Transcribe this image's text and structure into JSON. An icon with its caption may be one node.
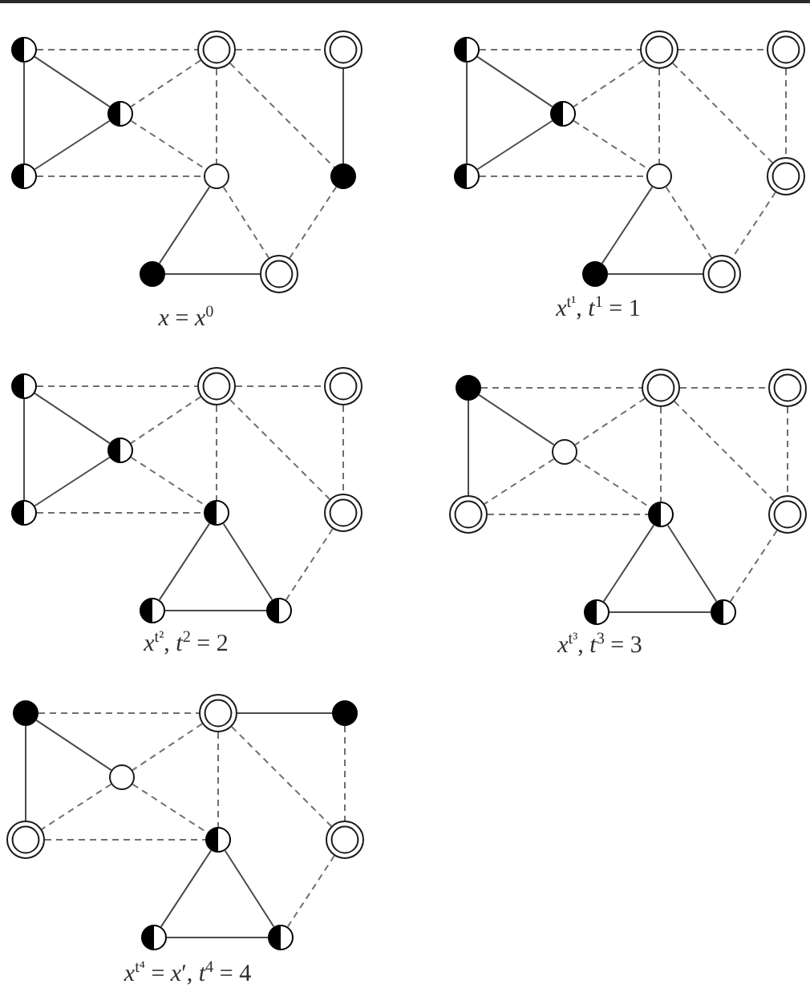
{
  "diagram": {
    "nodes": [
      {
        "text": [],
        "shape": "half-filled"
      },
      {
        "text": [],
        "shape": "ring"
      },
      {
        "text": [],
        "shape": "ring"
      },
      {
        "text": [],
        "shape": "half-filled"
      },
      {
        "text": [],
        "shape": "half-filled"
      },
      {
        "text": [],
        "shape": "circle"
      },
      {
        "text": [],
        "shape": "dot"
      },
      {
        "text": [],
        "shape": "dot"
      },
      {
        "text": [],
        "shape": "ring"
      },
      {
        "text": [],
        "shape": "half-filled"
      },
      {
        "text": [],
        "shape": "ring"
      },
      {
        "text": [],
        "shape": "ring"
      },
      {
        "text": [],
        "shape": "half-filled"
      },
      {
        "text": [],
        "shape": "half-filled"
      },
      {
        "text": [],
        "shape": "circle"
      },
      {
        "text": [],
        "shape": "ring"
      },
      {
        "text": [],
        "shape": "dot"
      },
      {
        "text": [],
        "shape": "ring"
      },
      {
        "text": [],
        "shape": "half-filled"
      },
      {
        "text": [],
        "shape": "ring"
      },
      {
        "text": [],
        "shape": "ring"
      },
      {
        "text": [],
        "shape": "half-filled"
      },
      {
        "text": [],
        "shape": "half-filled"
      },
      {
        "text": [],
        "shape": "half-filled"
      },
      {
        "text": [],
        "shape": "ring"
      },
      {
        "text": [],
        "shape": "half-filled"
      },
      {
        "text": [],
        "shape": "half-filled"
      },
      {
        "text": [],
        "shape": "dot"
      },
      {
        "text": [],
        "shape": "ring"
      },
      {
        "text": [],
        "shape": "ring"
      },
      {
        "text": [],
        "shape": "circle"
      },
      {
        "text": [],
        "shape": "ring"
      },
      {
        "text": [],
        "shape": "half-filled"
      },
      {
        "text": [],
        "shape": "ring"
      },
      {
        "text": [],
        "shape": "half-filled"
      },
      {
        "text": [],
        "shape": "half-filled"
      },
      {
        "text": [],
        "shape": "dot"
      },
      {
        "text": [],
        "shape": "ring"
      },
      {
        "text": [],
        "shape": "dot"
      },
      {
        "text": [],
        "shape": "circle"
      },
      {
        "text": [],
        "shape": "ring"
      },
      {
        "text": [],
        "shape": "half-filled"
      },
      {
        "text": [],
        "shape": "ring"
      },
      {
        "text": [],
        "shape": "half-filled"
      },
      {
        "text": [],
        "shape": "half-filled"
      }
    ],
    "edges": [
      {
        "from": 0,
        "to": 1,
        "arrow": "none",
        "style": "dashed"
      },
      {
        "from": 1,
        "to": 2,
        "arrow": "none",
        "style": "dashed"
      },
      {
        "from": 0,
        "to": 3,
        "arrow": "none"
      },
      {
        "from": 0,
        "to": 4,
        "arrow": "none"
      },
      {
        "from": 3,
        "to": 4,
        "arrow": "none"
      },
      {
        "from": 1,
        "to": 3,
        "arrow": "none",
        "style": "dashed"
      },
      {
        "from": 3,
        "to": 5,
        "arrow": "none",
        "style": "dashed"
      },
      {
        "from": 4,
        "to": 5,
        "arrow": "none",
        "style": "dashed"
      },
      {
        "from": 1,
        "to": 5,
        "arrow": "none",
        "style": "dashed"
      },
      {
        "from": 1,
        "to": 6,
        "arrow": "none",
        "style": "dashed"
      },
      {
        "from": 2,
        "to": 6,
        "arrow": "none"
      },
      {
        "from": 5,
        "to": 7,
        "arrow": "none"
      },
      {
        "from": 5,
        "to": 8,
        "arrow": "none",
        "style": "dashed"
      },
      {
        "from": 6,
        "to": 8,
        "arrow": "none",
        "style": "dashed"
      },
      {
        "from": 7,
        "to": 8,
        "arrow": "none"
      },
      {
        "from": 9,
        "to": 10,
        "arrow": "none",
        "style": "dashed"
      },
      {
        "from": 10,
        "to": 11,
        "arrow": "none",
        "style": "dashed"
      },
      {
        "from": 9,
        "to": 12,
        "arrow": "none"
      },
      {
        "from": 9,
        "to": 13,
        "arrow": "none"
      },
      {
        "from": 12,
        "to": 13,
        "arrow": "none"
      },
      {
        "from": 10,
        "to": 12,
        "arrow": "none",
        "style": "dashed"
      },
      {
        "from": 12,
        "to": 14,
        "arrow": "none",
        "style": "dashed"
      },
      {
        "from": 13,
        "to": 14,
        "arrow": "none",
        "style": "dashed"
      },
      {
        "from": 10,
        "to": 14,
        "arrow": "none",
        "style": "dashed"
      },
      {
        "from": 10,
        "to": 15,
        "arrow": "none",
        "style": "dashed"
      },
      {
        "from": 11,
        "to": 15,
        "arrow": "none",
        "style": "dashed"
      },
      {
        "from": 14,
        "to": 16,
        "arrow": "none"
      },
      {
        "from": 14,
        "to": 17,
        "arrow": "none",
        "style": "dashed"
      },
      {
        "from": 15,
        "to": 17,
        "arrow": "none",
        "style": "dashed"
      },
      {
        "from": 16,
        "to": 17,
        "arrow": "none"
      },
      {
        "from": 18,
        "to": 19,
        "arrow": "none",
        "style": "dashed"
      },
      {
        "from": 19,
        "to": 20,
        "arrow": "none",
        "style": "dashed"
      },
      {
        "from": 18,
        "to": 21,
        "arrow": "none"
      },
      {
        "from": 18,
        "to": 22,
        "arrow": "none"
      },
      {
        "from": 21,
        "to": 22,
        "arrow": "none"
      },
      {
        "from": 19,
        "to": 21,
        "arrow": "none",
        "style": "dashed"
      },
      {
        "from": 21,
        "to": 23,
        "arrow": "none",
        "style": "dashed"
      },
      {
        "from": 22,
        "to": 23,
        "arrow": "none",
        "style": "dashed"
      },
      {
        "from": 19,
        "to": 23,
        "arrow": "none",
        "style": "dashed"
      },
      {
        "from": 19,
        "to": 24,
        "arrow": "none",
        "style": "dashed"
      },
      {
        "from": 20,
        "to": 24,
        "arrow": "none",
        "style": "dashed"
      },
      {
        "from": 23,
        "to": 25,
        "arrow": "none"
      },
      {
        "from": 23,
        "to": 26,
        "arrow": "none"
      },
      {
        "from": 24,
        "to": 26,
        "arrow": "none",
        "style": "dashed"
      },
      {
        "from": 25,
        "to": 26,
        "arrow": "none"
      },
      {
        "from": 27,
        "to": 28,
        "arrow": "none",
        "style": "dashed"
      },
      {
        "from": 28,
        "to": 29,
        "arrow": "none",
        "style": "dashed"
      },
      {
        "from": 27,
        "to": 30,
        "arrow": "none"
      },
      {
        "from": 27,
        "to": 31,
        "arrow": "none"
      },
      {
        "from": 30,
        "to": 31,
        "arrow": "none",
        "style": "dashed"
      },
      {
        "from": 28,
        "to": 30,
        "arrow": "none",
        "style": "dashed"
      },
      {
        "from": 30,
        "to": 32,
        "arrow": "none",
        "style": "dashed"
      },
      {
        "from": 31,
        "to": 32,
        "arrow": "none",
        "style": "dashed"
      },
      {
        "from": 28,
        "to": 32,
        "arrow": "none",
        "style": "dashed"
      },
      {
        "from": 28,
        "to": 33,
        "arrow": "none",
        "style": "dashed"
      },
      {
        "from": 29,
        "to": 33,
        "arrow": "none",
        "style": "dashed"
      },
      {
        "from": 32,
        "to": 34,
        "arrow": "none"
      },
      {
        "from": 32,
        "to": 35,
        "arrow": "none"
      },
      {
        "from": 33,
        "to": 35,
        "arrow": "none",
        "style": "dashed"
      },
      {
        "from": 34,
        "to": 35,
        "arrow": "none"
      },
      {
        "from": 36,
        "to": 37,
        "arrow": "none",
        "style": "dashed"
      },
      {
        "from": 37,
        "to": 38,
        "arrow": "none"
      },
      {
        "from": 36,
        "to": 39,
        "arrow": "none"
      },
      {
        "from": 36,
        "to": 40,
        "arrow": "none"
      },
      {
        "from": 39,
        "to": 40,
        "arrow": "none",
        "style": "dashed"
      },
      {
        "from": 37,
        "to": 39,
        "arrow": "none",
        "style": "dashed"
      },
      {
        "from": 39,
        "to": 41,
        "arrow": "none",
        "style": "dashed"
      },
      {
        "from": 40,
        "to": 41,
        "arrow": "none",
        "style": "dashed"
      },
      {
        "from": 37,
        "to": 41,
        "arrow": "none",
        "style": "dashed"
      },
      {
        "from": 37,
        "to": 42,
        "arrow": "none",
        "style": "dashed"
      },
      {
        "from": 38,
        "to": 42,
        "arrow": "none",
        "style": "dashed"
      },
      {
        "from": 41,
        "to": 43,
        "arrow": "none"
      },
      {
        "from": 41,
        "to": 44,
        "arrow": "none"
      },
      {
        "from": 42,
        "to": 44,
        "arrow": "none",
        "style": "dashed"
      },
      {
        "from": 43,
        "to": 44,
        "arrow": "none"
      }
    ],
    "labels": [
      "*x* = *x*$^{0}$",
      "*x*$^{t¹}$, *t*$^{1}$ = 1",
      "*x*$^{t²}$, *t*$^{2}$ = 2",
      "*x*$^{t³}$, *t*$^{3}$ = 3",
      "*x*$^{t⁴}$ = *x*′, *t*$^{4}$ = 4"
    ]
  }
}
